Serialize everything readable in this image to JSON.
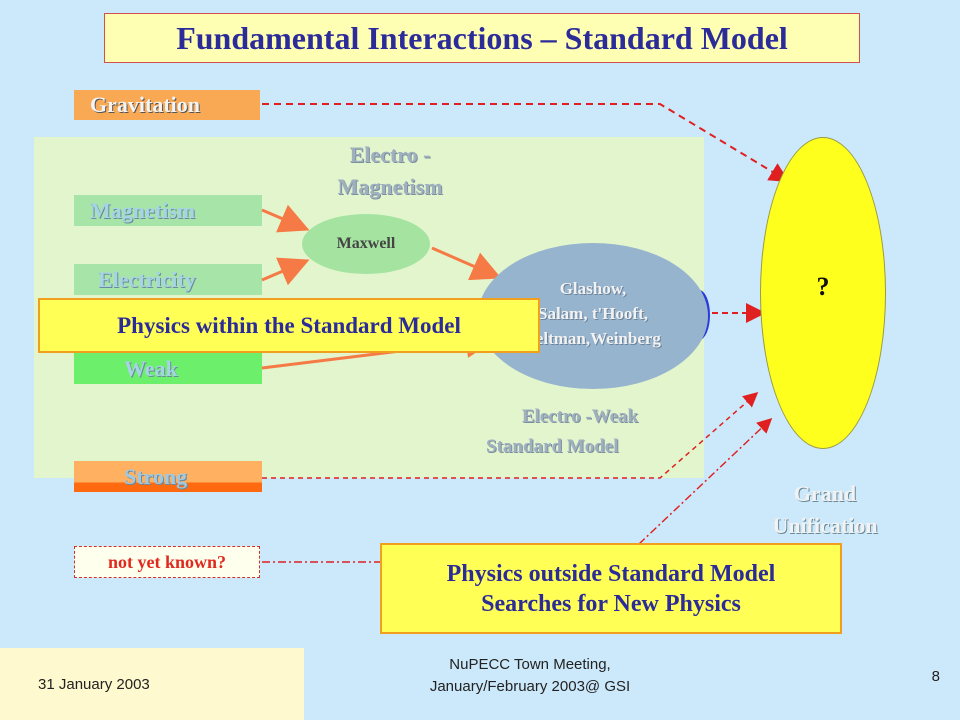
{
  "title": "Fundamental Interactions – Standard Model",
  "forces": {
    "gravitation": "Gravitation",
    "magnetism": "Magnetism",
    "electricity": "Electricity",
    "weak": "Weak",
    "strong": "Strong",
    "unknown": "not yet known?"
  },
  "electromagnetism": {
    "line1": "Electro -",
    "line2": "Magnetism"
  },
  "maxwell": "Maxwell",
  "glashow": {
    "line1": "Glashow,",
    "line2": "Salam, t'Hooft,",
    "line3": "Veltman,Weinberg"
  },
  "electroweak": {
    "line1": "Electro -Weak",
    "line2": "Standard Model"
  },
  "within_sm": "Physics within the Standard Model",
  "grand_unification": {
    "question": "?",
    "line1": "Grand",
    "line2": "Unification"
  },
  "outside_sm": {
    "line1": "Physics outside Standard Model",
    "line2": "Searches for New Physics"
  },
  "footer": {
    "date": "31 January 2003",
    "meeting_line1": "NuPECC Town Meeting,",
    "meeting_line2": "January/February 2003@ GSI",
    "page": "8"
  },
  "colors": {
    "title_text": "#2b2b99",
    "gravitation_box": "#f9a954",
    "magnetism_box": "#a7e4a7",
    "weak_box": "#6cf06c",
    "strong_box": "#ffa548",
    "gu_fill": "#ffff1e",
    "callout_fill": "#ffff55"
  }
}
